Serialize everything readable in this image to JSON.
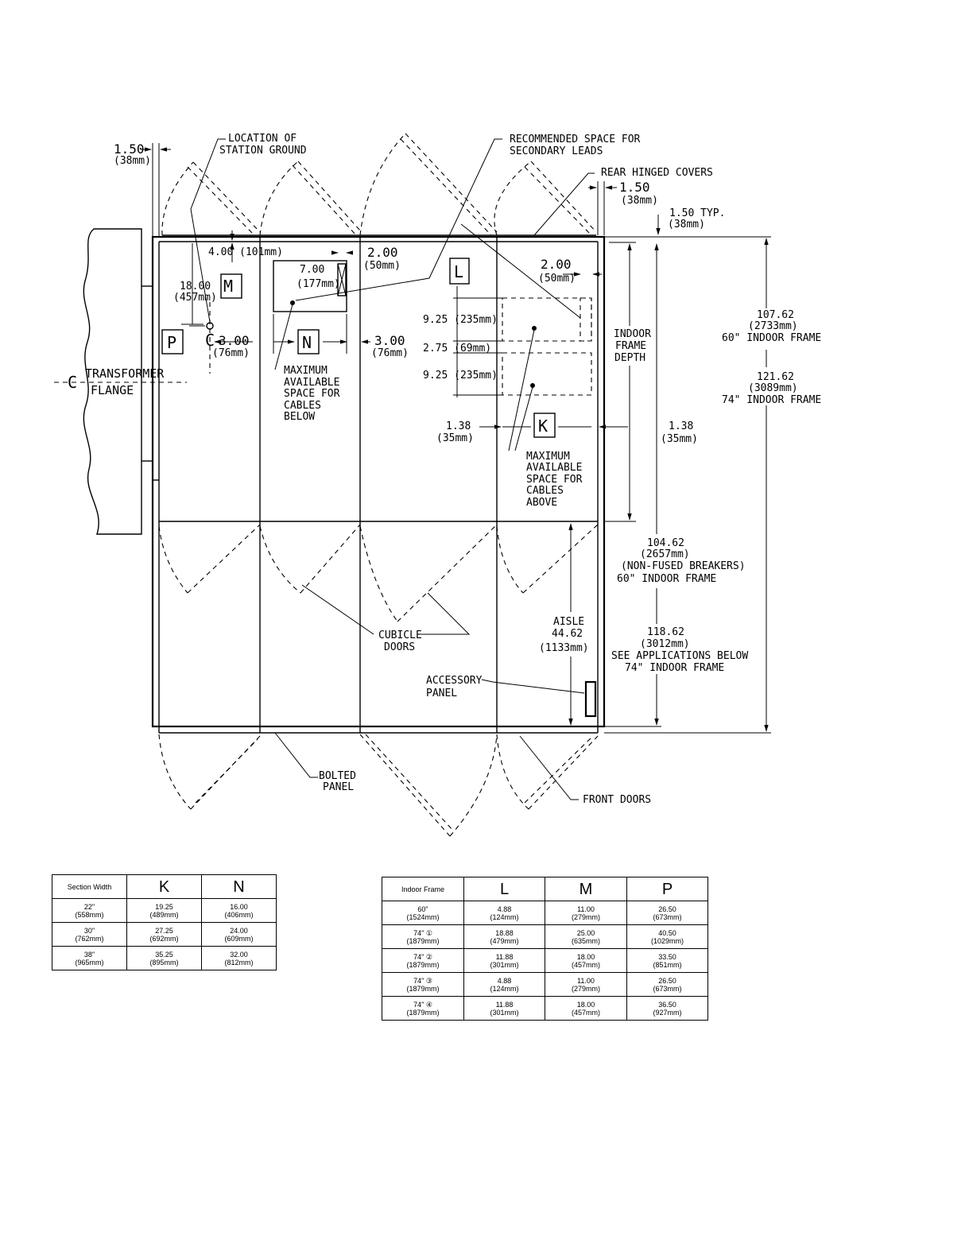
{
  "drawing": {
    "labels": {
      "station_ground": [
        "LOCATION OF",
        "STATION GROUND"
      ],
      "secondary_leads": [
        "RECOMMENDED SPACE FOR",
        "SECONDARY LEADS"
      ],
      "rear_covers": "REAR HINGED COVERS",
      "typ": "1.50 TYP.",
      "typ_mm": "(38mm)",
      "left_clear": "1.50",
      "left_clear_mm": "(38mm)",
      "right_clear": "1.50",
      "right_clear_mm": "(38mm)",
      "d4": "4.00 (101mm)",
      "d7": "7.00",
      "d7_mm": "(177mm)",
      "d2a": "2.00",
      "d2a_mm": "(50mm)",
      "d2b": "2.00",
      "d2b_mm": "(50mm)",
      "d18": "18.00",
      "d18_mm": "(457mm)",
      "d3a": "3.00",
      "d3a_mm": "(76mm)",
      "d3b": "3.00",
      "d3b_mm": "(76mm)",
      "cl": "C",
      "transformer": [
        "TRANSFORMER",
        "FLANGE"
      ],
      "max_below": [
        "MAXIMUM",
        "AVAILABLE",
        "SPACE FOR",
        "CABLES",
        "BELOW"
      ],
      "max_above": [
        "MAXIMUM",
        "AVAILABLE",
        "SPACE FOR",
        "CABLES",
        "ABOVE"
      ],
      "d925a": "9.25 (235mm)",
      "d275": "2.75 (69mm)",
      "d925b": "9.25 (235mm)",
      "d138a": "1.38",
      "d138a_mm": "(35mm)",
      "d138b": "1.38",
      "d138b_mm": "(35mm)",
      "frame_depth": [
        "INDOOR",
        "FRAME",
        "DEPTH"
      ],
      "d10762": "107.62",
      "d10762_mm": "(2733mm)",
      "frame60": "60\" INDOOR FRAME",
      "d12162": "121.62",
      "d12162_mm": "(3089mm)",
      "frame74": "74\" INDOOR FRAME",
      "d10462": "104.62",
      "d10462_mm": "(2657mm)",
      "nonfused": "(NON-FUSED BREAKERS)",
      "frame60b": "60\" INDOOR FRAME",
      "d11862": "118.62",
      "d11862_mm": "(3012mm)",
      "see_app": "SEE APPLICATIONS BELOW",
      "frame74b": "74\" INDOOR FRAME",
      "aisle": "AISLE",
      "aisle_val": "44.62",
      "aisle_mm": "(1133mm)",
      "cubicle": [
        "CUBICLE",
        "DOORS"
      ],
      "accessory": [
        "ACCESSORY",
        "PANEL"
      ],
      "bolted": [
        "BOLTED",
        "PANEL"
      ],
      "front_doors": "FRONT DOORS",
      "box_p": "P",
      "box_m": "M",
      "box_n": "N",
      "box_l": "L",
      "box_k": "K"
    }
  },
  "table_kn": {
    "headers": [
      "Section Width",
      "K",
      "N"
    ],
    "rows": [
      [
        [
          "22\"",
          "(558mm)"
        ],
        [
          "19.25",
          "(489mm)"
        ],
        [
          "16.00",
          "(406mm)"
        ]
      ],
      [
        [
          "30\"",
          "(762mm)"
        ],
        [
          "27.25",
          "(692mm)"
        ],
        [
          "24.00",
          "(609mm)"
        ]
      ],
      [
        [
          "38\"",
          "(965mm)"
        ],
        [
          "35.25",
          "(895mm)"
        ],
        [
          "32.00",
          "(812mm)"
        ]
      ]
    ]
  },
  "table_lmp": {
    "headers": [
      "Indoor Frame",
      "L",
      "M",
      "P"
    ],
    "rows": [
      [
        [
          "60\"",
          "(1524mm)"
        ],
        [
          "4.88",
          "(124mm)"
        ],
        [
          "11.00",
          "(279mm)"
        ],
        [
          "26.50",
          "(673mm)"
        ]
      ],
      [
        [
          "74\" ①",
          "(1879mm)"
        ],
        [
          "18.88",
          "(479mm)"
        ],
        [
          "25.00",
          "(635mm)"
        ],
        [
          "40.50",
          "(1029mm)"
        ]
      ],
      [
        [
          "74\" ②",
          "(1879mm)"
        ],
        [
          "11.88",
          "(301mm)"
        ],
        [
          "18.00",
          "(457mm)"
        ],
        [
          "33.50",
          "(851mm)"
        ]
      ],
      [
        [
          "74\" ③",
          "(1879mm)"
        ],
        [
          "4.88",
          "(124mm)"
        ],
        [
          "11.00",
          "(279mm)"
        ],
        [
          "26.50",
          "(673mm)"
        ]
      ],
      [
        [
          "74\" ④",
          "(1879mm)"
        ],
        [
          "11.88",
          "(301mm)"
        ],
        [
          "18.00",
          "(457mm)"
        ],
        [
          "36.50",
          "(927mm)"
        ]
      ]
    ]
  }
}
